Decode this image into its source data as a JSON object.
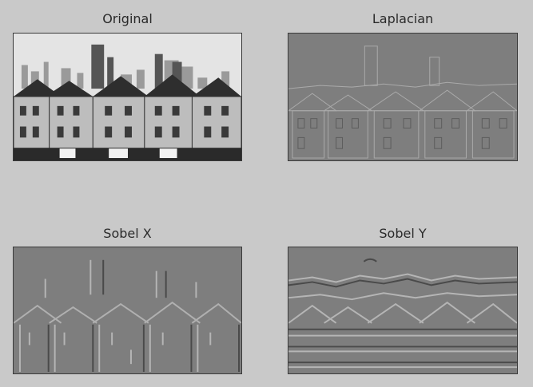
{
  "figure": {
    "panels": [
      {
        "title": "Original",
        "filter": "original"
      },
      {
        "title": "Laplacian",
        "filter": "laplacian"
      },
      {
        "title": "Sobel X",
        "filter": "sobel-x"
      },
      {
        "title": "Sobel Y",
        "filter": "sobel-y"
      }
    ]
  },
  "colors": {
    "background": "#c9c9c9",
    "edge_gray": "#7e7e7e",
    "frame": "#3a3a3a"
  }
}
